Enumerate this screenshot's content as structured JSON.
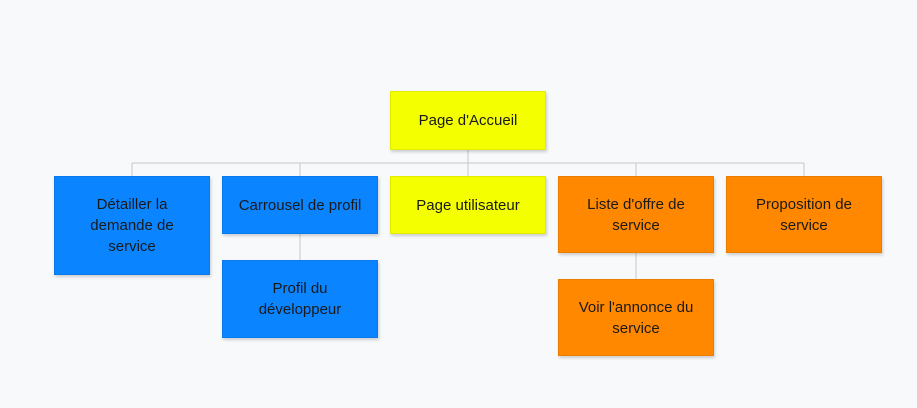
{
  "colors": {
    "root": "#f4ff00",
    "blue_branch": "#0a84ff",
    "orange_branch": "#ff8800",
    "connector": "#c8c8c8"
  },
  "diagram": {
    "root": {
      "label": "Page d'Accueil"
    },
    "children": [
      {
        "label": "Détailler la demande de service",
        "color": "blue"
      },
      {
        "label": "Carrousel de profil",
        "color": "blue",
        "children": [
          {
            "label": "Profil du développeur",
            "color": "blue"
          }
        ]
      },
      {
        "label": "Page utilisateur",
        "color": "yellow"
      },
      {
        "label": "Liste d'offre de service",
        "color": "orange",
        "children": [
          {
            "label": "Voir l'annonce du service",
            "color": "orange"
          }
        ]
      },
      {
        "label": "Proposition de service",
        "color": "orange"
      }
    ]
  }
}
